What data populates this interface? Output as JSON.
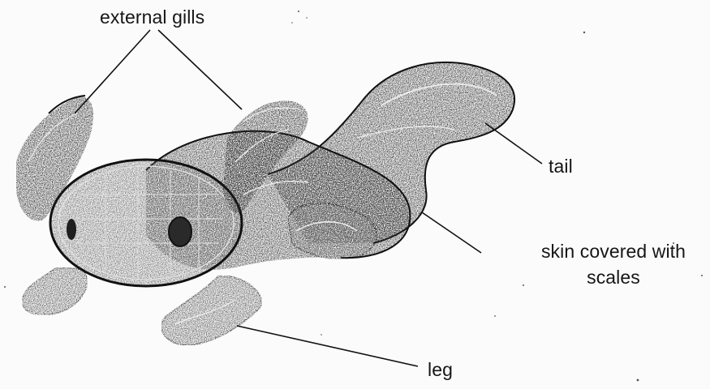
{
  "labels": {
    "external_gills": "external gills",
    "tail": "tail",
    "skin_line1": "skin covered with",
    "skin_line2": "scales",
    "leg": "leg"
  },
  "colors": {
    "ink": "#161616",
    "paper": "#fbfbfb",
    "shade_dark": "#2a2a2a",
    "shade_mid": "#4a4a4a"
  }
}
